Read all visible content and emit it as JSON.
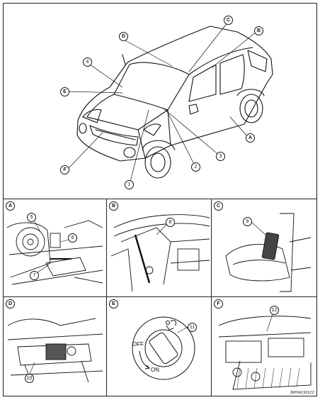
{
  "figure_code": "JMHIA1902ZZ",
  "main_view": {
    "letter_callouts": [
      "A",
      "B",
      "C",
      "D",
      "E",
      "F"
    ],
    "number_callouts": [
      "1",
      "2",
      "3",
      "4"
    ]
  },
  "panels": [
    {
      "letter": "A",
      "callouts": [
        "5",
        "6",
        "7"
      ]
    },
    {
      "letter": "B",
      "callouts": [
        "8"
      ]
    },
    {
      "letter": "C",
      "callouts": [
        "9"
      ]
    },
    {
      "letter": "D",
      "callouts": [
        "10"
      ]
    },
    {
      "letter": "E",
      "callouts": [
        "11"
      ],
      "switch_off": "OFF",
      "switch_on": "ON"
    },
    {
      "letter": "F",
      "callouts": [
        "12"
      ]
    }
  ]
}
